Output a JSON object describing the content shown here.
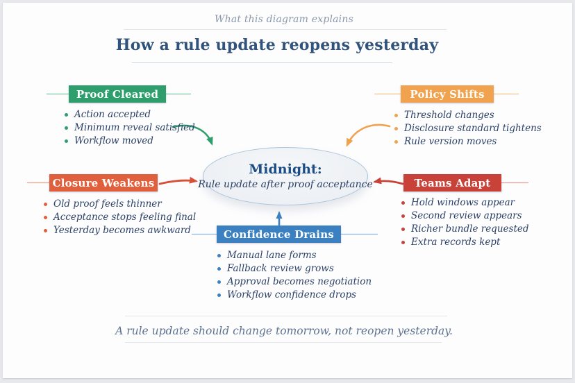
{
  "header": {
    "eyebrow": "What this diagram explains",
    "title": "How a rule update reopens yesterday"
  },
  "center": {
    "title": "Midnight:",
    "subtitle": "Rule update after proof acceptance"
  },
  "sections": {
    "proof_cleared": {
      "label": "Proof Cleared",
      "color": "#2f9e6d",
      "items": [
        "Action accepted",
        "Minimum reveal satisfied",
        "Workflow moved"
      ]
    },
    "policy_shifts": {
      "label": "Policy Shifts",
      "color": "#f0a24e",
      "items": [
        "Threshold changes",
        "Disclosure standard tightens",
        "Rule version moves"
      ]
    },
    "closure_weakens": {
      "label": "Closure Weakens",
      "color": "#e0603e",
      "items": [
        "Old proof feels thinner",
        "Acceptance stops feeling final",
        "Yesterday becomes awkward"
      ]
    },
    "teams_adapt": {
      "label": "Teams Adapt",
      "color": "#c8423a",
      "items": [
        "Hold windows appear",
        "Second review appears",
        "Richer bundle requested",
        "Extra records kept"
      ]
    },
    "confidence_drains": {
      "label": "Confidence Drains",
      "color": "#3b80c0",
      "items": [
        "Manual lane forms",
        "Fallback review grows",
        "Approval becomes negotiation",
        "Workflow confidence drops"
      ]
    }
  },
  "footer": {
    "caption": "A rule update should change tomorrow, not reopen yesterday."
  },
  "colors": {
    "title_text": "#31527b",
    "body_text": "#2c4166",
    "eyebrow_text": "#8a98ab",
    "ellipse_border": "#a9c2da",
    "ellipse_fill": "#edf0f4",
    "card_background": "#fdfdfe"
  }
}
